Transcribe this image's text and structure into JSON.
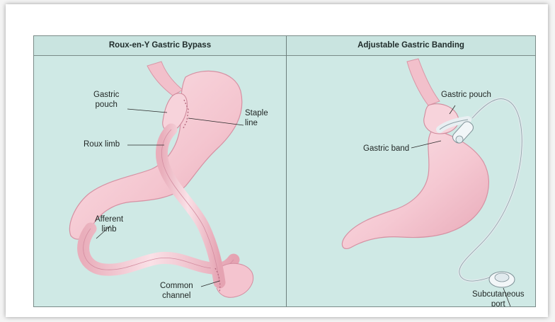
{
  "panels": {
    "left": {
      "title": "Roux-en-Y Gastric Bypass",
      "labels": {
        "gastric_pouch": "Gastric\npouch",
        "staple_line": "Staple\nline",
        "roux_limb": "Roux limb",
        "afferent_limb": "Afferent\nlimb",
        "common_channel": "Common\nchannel"
      }
    },
    "right": {
      "title": "Adjustable Gastric Banding",
      "labels": {
        "gastric_pouch": "Gastric pouch",
        "gastric_band": "Gastric band",
        "subcutaneous_port": "Subcutaneous\nport"
      }
    }
  },
  "colors": {
    "background": "#cfe9e5",
    "stomach": "#f6cdd6",
    "stomach_shadow": "#e9a9b8",
    "band": "#eef4f6",
    "tube": "#c9d6da"
  }
}
